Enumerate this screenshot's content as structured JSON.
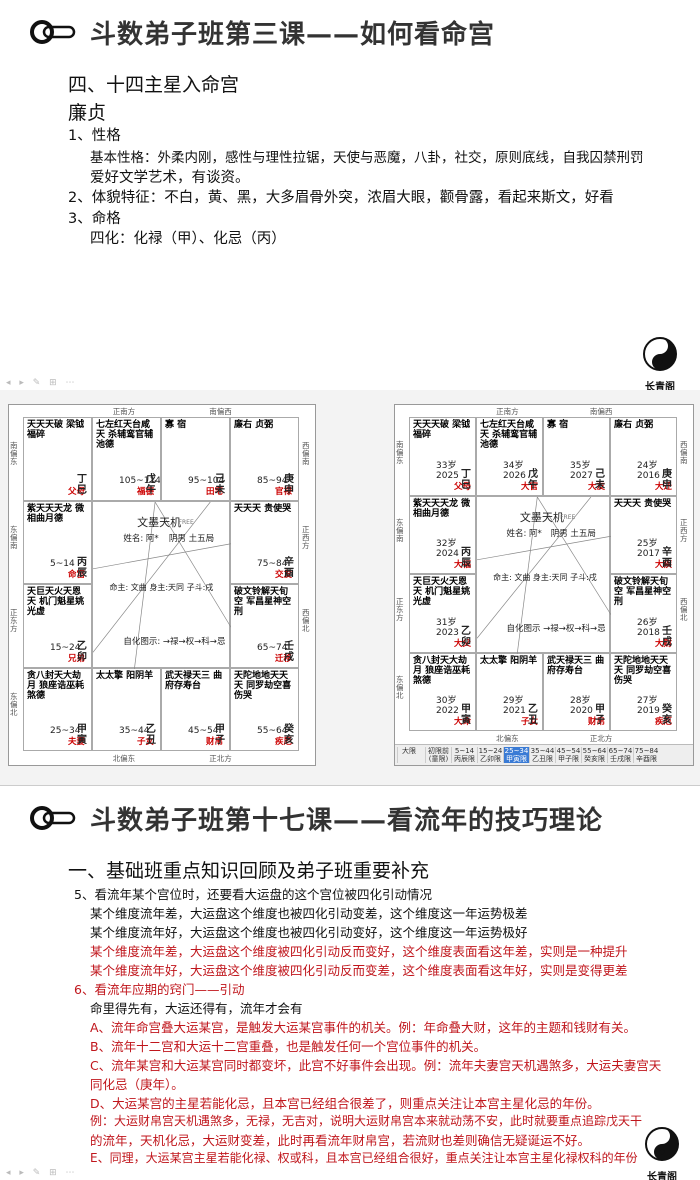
{
  "slide1": {
    "title": "斗数弟子班第三课——如何看命宫",
    "section": "四、十四主星入命宫",
    "star": "廉贞",
    "lines": [
      "1、性格",
      "基本性格：外柔内刚，感性与理性拉锯，天使与恶魔，八卦，社交，原则底线，自我囚禁刑罚",
      "爱好文学艺术，有谈资。",
      "2、体貌特征：不白，黄、黑，大多眉骨外突，浓眉大眼，颧骨露，看起来斯文，好看",
      "3、命格",
      "四化：化禄（甲）、化忌（丙）"
    ],
    "brand": "长青阁"
  },
  "charts": {
    "center_title": "文墨天机",
    "center_sub": "FREE",
    "name_line": "姓名: 阿*",
    "gender_line": "阴男 土五局",
    "master_line": "命主: 文曲 身主:天同 子斗:戌",
    "sihua_line": "自化图示: →禄→权→科→忌",
    "sihua_line_right": "自化图示 →禄→权→科→忌",
    "dirs": {
      "top_left": "正南方",
      "top_right": "南偏西",
      "left_top": "南偏东",
      "left_mid": "东偏南",
      "left_low": "正东方",
      "left_bot": "东偏北",
      "right_top": "西偏南",
      "right_mid": "正西方",
      "right_low": "西偏北",
      "bottom_left": "北偏东",
      "bottom_right": "正北方"
    },
    "left_cells": [
      {
        "stars": "天天天破 梁钺福碎",
        "range": "",
        "palace": "父母",
        "stem": "丁巳"
      },
      {
        "stars": "七左红天台咸天 杀辅鸾官辅池德",
        "range": "105~114",
        "palace": "福德",
        "stem": "戊午"
      },
      {
        "stars": "寡 宿",
        "range": "95~104",
        "palace": "田宅",
        "stem": "己未"
      },
      {
        "stars": "廉右 贞弼",
        "range": "85~94",
        "palace": "官禄",
        "stem": "庚申"
      },
      {
        "stars": "紫天天天龙 微相曲月德",
        "range": "5~14",
        "palace": "命宫",
        "stem": "丙辰"
      },
      {
        "stars": "天天天 贵使哭",
        "range": "75~84",
        "palace": "交友",
        "stem": "辛酉"
      },
      {
        "stars": "天巨天火天恩天 机门魁星姚光虚",
        "range": "15~24",
        "palace": "兄弟",
        "stem": "乙卯"
      },
      {
        "stars": "破文铃解天旬空 军昌星神空刑",
        "range": "65~74",
        "palace": "迁移",
        "stem": "壬戌"
      },
      {
        "stars": "贪八封天大劫月 狼座诰巫耗煞德",
        "range": "25~34",
        "palace": "夫妻",
        "stem": "甲寅"
      },
      {
        "stars": "太太擎 阳阴羊",
        "range": "35~44",
        "palace": "子女",
        "stem": "乙丑"
      },
      {
        "stars": "武天禄天三 曲府存寿台",
        "range": "45~54",
        "palace": "财帛",
        "stem": "甲子"
      },
      {
        "stars": "天陀地地天天天 同罗劫空喜伤哭",
        "range": "55~64",
        "palace": "疾厄",
        "stem": "癸亥"
      }
    ],
    "right_cells": [
      {
        "stars": "天天天破 梁钺福碎",
        "range": "33岁 2025",
        "palace": "父母",
        "stem": "丁巳"
      },
      {
        "stars": "七左红天台咸天 杀辅鸾官辅池德",
        "range": "34岁 2026",
        "palace": "大官",
        "stem": "戊午"
      },
      {
        "stars": "寡 宿",
        "range": "35岁 2027",
        "palace": "大友",
        "stem": "己未"
      },
      {
        "stars": "廉右 贞弼",
        "range": "24岁 2016",
        "palace": "大迁",
        "stem": "庚申"
      },
      {
        "stars": "紫天天天龙 微相曲月德",
        "range": "32岁 2024",
        "palace": "大福",
        "stem": "丙辰"
      },
      {
        "stars": "天天天 贵使哭",
        "range": "25岁 2017",
        "palace": "大疾",
        "stem": "辛酉"
      },
      {
        "stars": "天巨天火天恩天 机门魁星姚光虚",
        "range": "31岁 2023",
        "palace": "大父",
        "stem": "乙卯"
      },
      {
        "stars": "破文铃解天旬空 军昌星神空刑",
        "range": "26岁 2018",
        "palace": "大财",
        "stem": "壬戌"
      },
      {
        "stars": "贪八封天大劫月 狼座诰巫耗煞德",
        "range": "30岁 2022",
        "palace": "大命",
        "stem": "甲寅"
      },
      {
        "stars": "太太擎 阳阴羊",
        "range": "29岁 2021",
        "palace": "子女",
        "stem": "乙丑"
      },
      {
        "stars": "武天禄天三 曲府存寿台",
        "range": "28岁 2020",
        "palace": "财帛",
        "stem": "甲子"
      },
      {
        "stars": "天陀地地天天天 同罗劫空喜伤哭",
        "range": "27岁 2019",
        "palace": "疾厄",
        "stem": "癸亥"
      }
    ],
    "tabs": [
      "大限",
      "初限前(童限)",
      "5~14 丙辰限",
      "15~24 乙卯限",
      "25~34 甲寅限",
      "35~44 乙丑限",
      "45~54 甲子限",
      "55~64 癸亥限",
      "65~74 壬戌限",
      "75~84 辛酉限"
    ]
  },
  "slide3": {
    "title": "斗数弟子班第十七课——看流年的技巧理论",
    "section": "一、基础班重点知识回顾及弟子班重要补充",
    "lines_black": [
      "5、看流年某个宫位时，还要看大运盘的这个宫位被四化引动情况",
      "某个维度流年差，大运盘这个维度也被四化引动变差，这个维度这一年运势极差",
      "某个维度流年好，大运盘这个维度也被四化引动变好，这个维度这一年运势极好"
    ],
    "lines_red1": [
      "某个维度流年差，大运盘这个维度被四化引动反而变好，这个维度表面看这年差，实则是一种提升",
      "某个维度流年好，大运盘这个维度被四化引动反而变差，这个维度表面看这年好，实则是变得更差",
      "6、看流年应期的窍门——引动"
    ],
    "line_black2": "命里得先有，大运还得有，流年才会有",
    "lines_red2": [
      "A、流年命宫叠大运某宫，是触发大运某宫事件的机关。例：年命叠大财，这年的主题和钱财有关。",
      "B、流年十二宫和大运十二宫重叠，也是触发任何一个宫位事件的机关。",
      "C、流年某宫和大运某宫同时都变坏，此宫不好事件会出现。例：流年夫妻宫天机遇煞多，大运夫妻宫天",
      "同化忌（庚年）。",
      "D、大运某宫的主星若能化忌，且本宫已经组合很差了，则重点关注让本宫主星化忌的年份。",
      "例：大运财帛宫天机遇煞多，无禄，无吉对，说明大运财帛宫本来就动荡不安，此时就要重点追踪戊天干",
      "的流年，天机化忌，大运财变差，此时再看流年财帛宫，若流财也差则确信无疑诞运不好。",
      "E、同理，大运某宫主星若能化禄、权或科，且本宫已经组合很好，重点关注让本宫主星化禄权科的年份"
    ],
    "brand": "长青阁"
  }
}
